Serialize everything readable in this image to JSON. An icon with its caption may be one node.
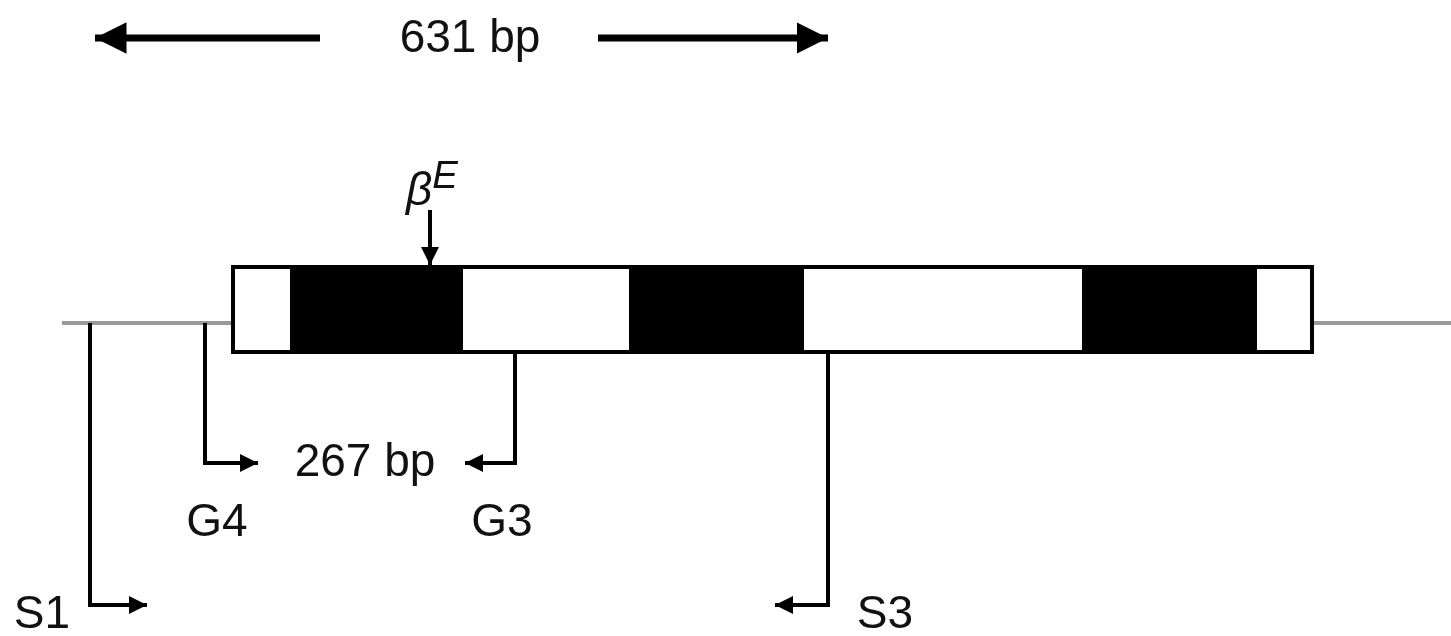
{
  "diagram": {
    "labels": [
      "631 bp",
      "β$^{E}$",
      "267 bp",
      "G4",
      "G3",
      "S1",
      "S3"
    ]
  }
}
